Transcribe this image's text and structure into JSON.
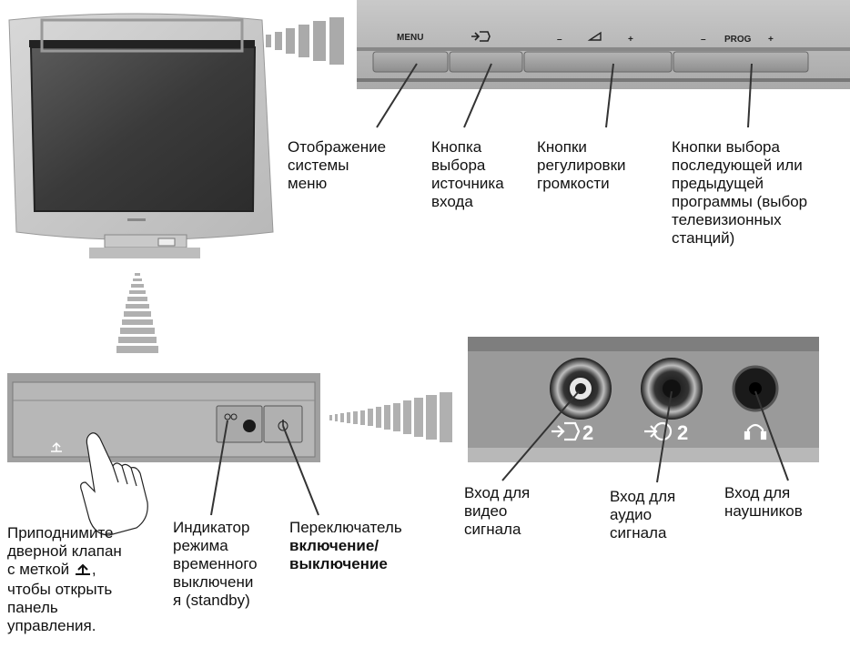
{
  "top_panel": {
    "menu_label": "MENU",
    "vol_minus": "–",
    "vol_plus": "+",
    "prog_minus": "–",
    "prog_label": "PROG",
    "prog_plus": "+"
  },
  "labels": {
    "menu_display": "Отображение\nсистемы\nменю",
    "input_select": "Кнопка\nвыбора\nисточника\nвхода",
    "volume": "Кнопки\nрегулировки\nгромкости",
    "program_select": "Кнопки выбора\nпоследующей или\nпредыдущей\nпрограммы (выбор\nтелевизионных\nстанций)",
    "door_line1": "Приподнимите\nдверной клапан\nс меткой ",
    "door_line2": ",\nчтобы открыть\nпанель\nуправления.",
    "standby": "Индикатор\nрежима\nвременного\nвыключени\nя (standby)",
    "power_line1": "Переключатель",
    "power_bold": "включение/\nвыключение",
    "video_in": "Вход для\nвидео\nсигнала",
    "audio_in": "Вход для\nаудио\nсигнала",
    "headphones": "Вход для\nнаушников"
  },
  "jack_labels": {
    "video_num": "2",
    "audio_num": "2"
  }
}
